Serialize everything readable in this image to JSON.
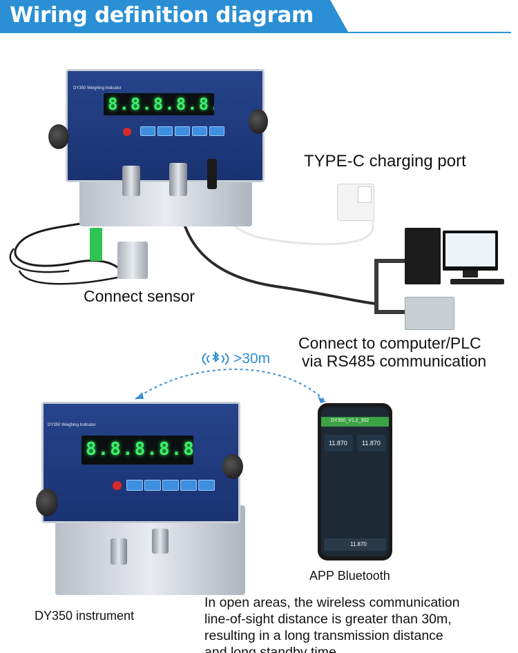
{
  "header": {
    "title": "Wiring definition diagram"
  },
  "labels": {
    "typec": "TYPE-C charging port",
    "sensor": "Connect sensor",
    "computer_line1": "Connect to computer/PLC",
    "computer_line2": "via RS485 communication",
    "distance": ">30m",
    "app": "APP Bluetooth",
    "instrument": "DY350 instrument"
  },
  "description_lines": [
    "In open areas, the wireless communication",
    "line-of-sight distance is greater than 30m,",
    "resulting in a long transmission distance",
    "and long standby time."
  ],
  "display": {
    "reading": "8.8.8.8.8.8."
  },
  "phone": {
    "app_title": "DY350_V1.2_302",
    "value_left": "11.870",
    "value_right": "11.870",
    "value_bottom": "11.870"
  },
  "colors": {
    "accent": "#2a8fd4",
    "display_digits": "#3ef06a",
    "panel": "#1f3a80"
  }
}
